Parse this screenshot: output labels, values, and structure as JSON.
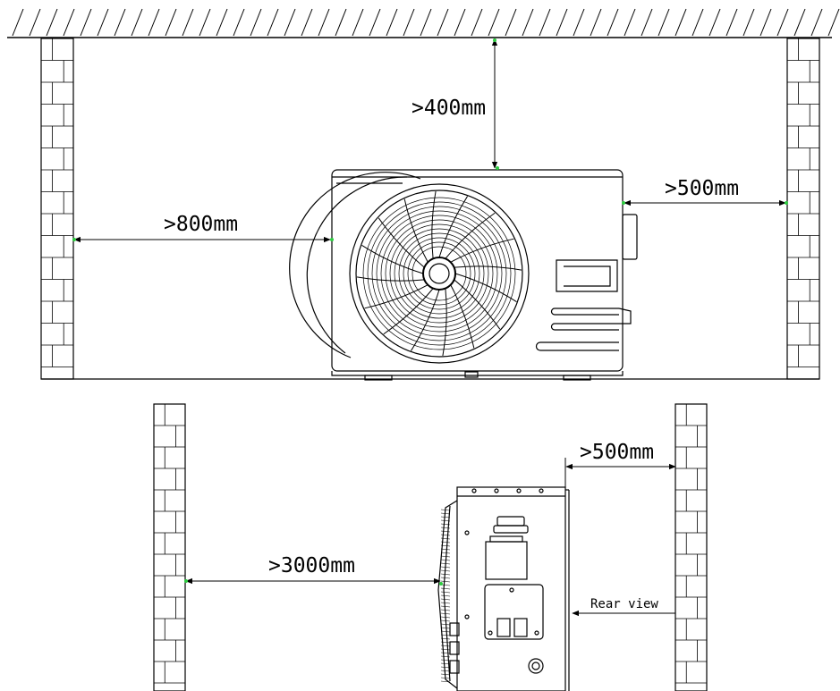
{
  "top_view": {
    "clearance_top": ">400mm",
    "clearance_left": ">800mm",
    "clearance_right": ">500mm"
  },
  "side_view": {
    "clearance_front": ">3000mm",
    "clearance_rear": ">500mm",
    "rear_label": "Rear view"
  },
  "colors": {
    "line": "#000000",
    "marker": "#2ecc40"
  }
}
